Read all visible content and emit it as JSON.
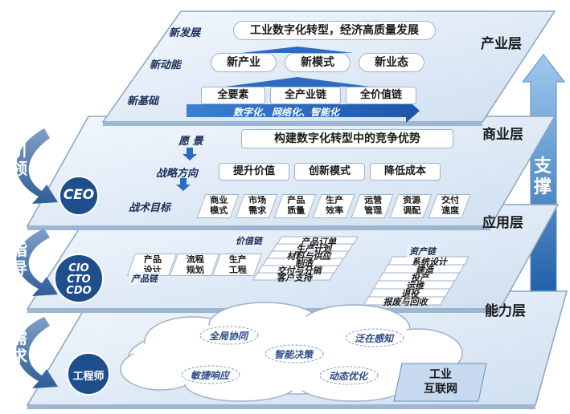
{
  "layers": {
    "industry": "产业层",
    "business": "商业层",
    "application": "应用层",
    "capability": "能力层"
  },
  "support": "支撑",
  "guides": {
    "lead": "引领",
    "direct": "指导",
    "demand": "需求"
  },
  "roles": {
    "ceo": "CEO",
    "cio": "CIO",
    "cto": "CTO",
    "cdo": "CDO",
    "engineer": "工程师"
  },
  "industry_layer": {
    "new_development_label": "新发展",
    "new_development": "工业数字化转型，经济高质量发展",
    "new_momentum_label": "新动能",
    "new_momentum": [
      "新产业",
      "新模式",
      "新业态"
    ],
    "new_foundation_label": "新基础",
    "new_foundation": [
      "全要素",
      "全产业链",
      "全价值链"
    ],
    "arrow_text": "数字化、网络化、智能化"
  },
  "business_layer": {
    "vision_label": "愿 景",
    "vision": "构建数字化转型中的竞争优势",
    "strategy_label": "战略方向",
    "strategy": [
      "提升价值",
      "创新模式",
      "降低成本"
    ],
    "tactic_label": "战术目标",
    "tactics": [
      [
        "商业",
        "模式"
      ],
      [
        "市场",
        "需求"
      ],
      [
        "产品",
        "质量"
      ],
      [
        "生产",
        "效率"
      ],
      [
        "运营",
        "管理"
      ],
      [
        "资源",
        "调配"
      ],
      [
        "交付",
        "速度"
      ]
    ]
  },
  "application_layer": {
    "product_chain_label": "产品链",
    "product_chain": [
      [
        "产品",
        "设计"
      ],
      [
        "流程",
        "规划"
      ],
      [
        "生产",
        "工程"
      ]
    ],
    "value_chain_label": "价值链",
    "value_chain": [
      "产品订单",
      "生产计划",
      "材料与供应",
      "制造",
      "交付与分销",
      "客户支持"
    ],
    "asset_chain_label": "资产链",
    "asset_chain": [
      "系统设计",
      "建造",
      "投产",
      "运维",
      "退役",
      "报废与回收"
    ]
  },
  "capability_layer": {
    "cloud_items": [
      "全局协同",
      "泛在感知",
      "智能决策",
      "敏捷响应",
      "动态优化"
    ],
    "internet": [
      "工业",
      "互联网"
    ]
  }
}
